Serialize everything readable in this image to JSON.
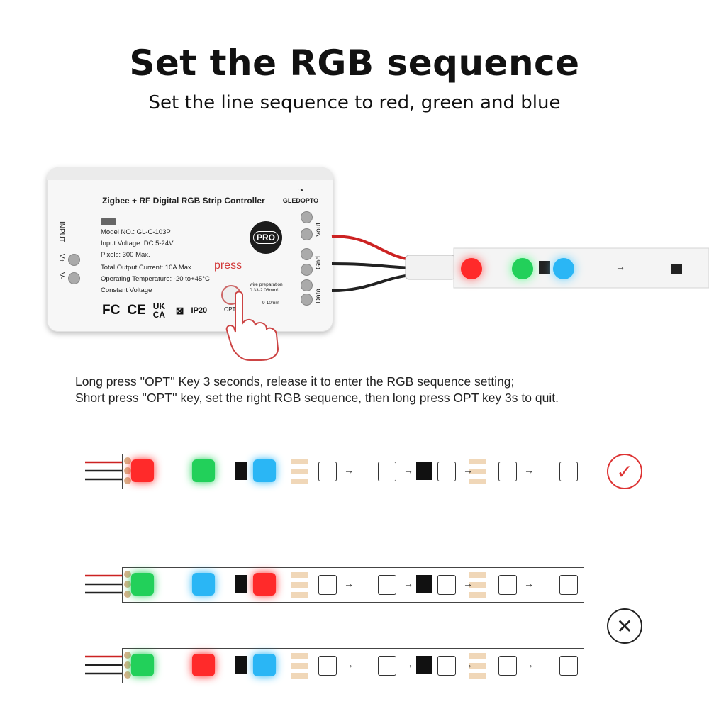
{
  "header": {
    "title": "Set the RGB sequence",
    "subtitle": "Set the line sequence to red, green and blue"
  },
  "controller": {
    "product_title": "Zigbee + RF Digital RGB Strip Controller",
    "brand": "GLEDOPTO",
    "model": "Model NO.: GL-C-103P",
    "input_voltage": "Input Voltage: DC 5-24V",
    "pixels": "Pixels: 300 Max.",
    "total_output": "Total Output Current: 10A Max.",
    "operating_temp": "Operating Temperature: -20 to+45°C",
    "constant_voltage": "Constant Voltage",
    "press_label": "press",
    "pro_badge": "PRO",
    "certifications": [
      "FC",
      "CE",
      "UK CA",
      "IP20"
    ],
    "opt_label": "OPT",
    "wire_prep_title": "wire preparation",
    "wire_prep_gauge": "0.33-2.08mm²",
    "wire_prep_length": "9-10mm",
    "input_label": "INPUT",
    "v_plus": "V+",
    "v_minus": "V-",
    "vout_label": "Vout",
    "gnd_label": "Gnd",
    "data_label": "Data"
  },
  "instructions": {
    "line1": "Long press ''OPT'' Key 3 seconds, release it to enter the RGB sequence setting;",
    "line2": "Short press ''OPT'' key, set the right RGB sequence, then long press OPT key 3s to quit."
  },
  "strips": [
    {
      "sequence": [
        "red",
        "green",
        "blue"
      ],
      "result": "correct"
    },
    {
      "sequence": [
        "green",
        "blue",
        "red"
      ],
      "result": "wrong"
    },
    {
      "sequence": [
        "green",
        "red",
        "blue"
      ],
      "result": "wrong"
    }
  ],
  "colors": {
    "red": "#ff2a2a",
    "green": "#22d05a",
    "blue": "#2ab6f5",
    "check": "#d33333"
  },
  "icons": [
    "check-circle-icon",
    "x-circle-icon",
    "hand-press-icon",
    "gledopto-logo-icon"
  ]
}
